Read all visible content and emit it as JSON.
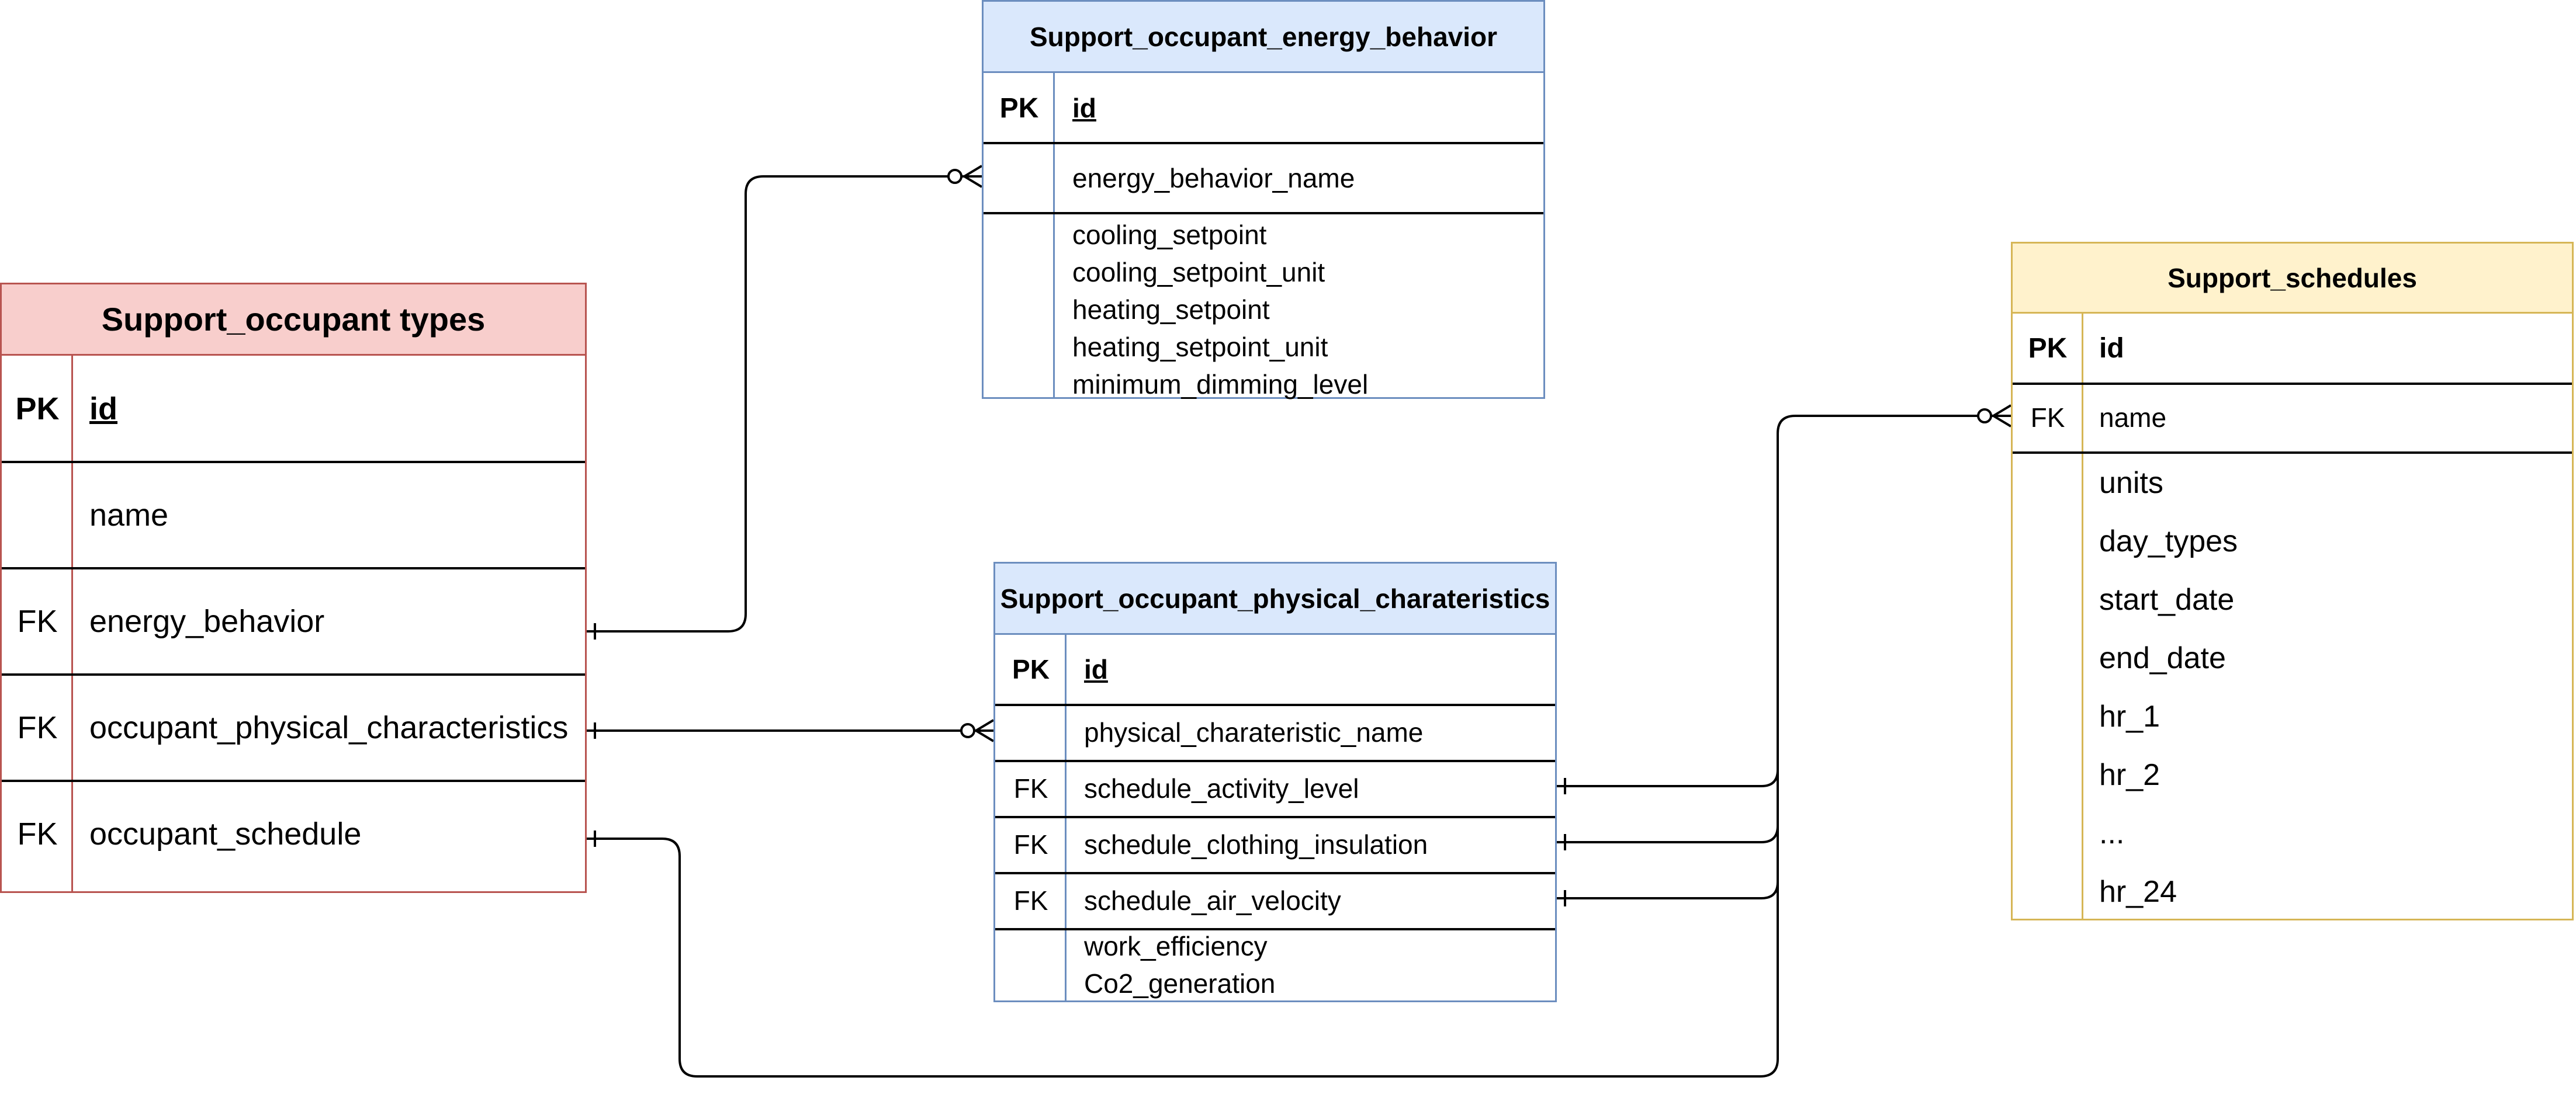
{
  "colors": {
    "occupant_types_fill": "#f8cecc",
    "occupant_types_stroke": "#b85450",
    "blue_fill": "#dae8fc",
    "blue_stroke": "#6c8ebf",
    "schedules_fill": "#fff2cc",
    "schedules_stroke": "#d6b656",
    "connector": "#000000"
  },
  "occupant_types": {
    "title": "Support_occupant types",
    "rows": [
      {
        "key": "PK",
        "field": "id"
      },
      {
        "key": "",
        "field": "name"
      },
      {
        "key": "FK",
        "field": "energy_behavior"
      },
      {
        "key": "FK",
        "field": "occupant_physical_characteristics"
      },
      {
        "key": "FK",
        "field": "occupant_schedule"
      }
    ]
  },
  "energy_behavior": {
    "title": "Support_occupant_energy_behavior",
    "rows": [
      {
        "key": "PK",
        "field": "id"
      },
      {
        "key": "",
        "field": "energy_behavior_name"
      }
    ],
    "fields": [
      "cooling_setpoint",
      "cooling_setpoint_unit",
      "heating_setpoint",
      "heating_setpoint_unit",
      "minimum_dimming_level"
    ]
  },
  "physical_characteristics": {
    "title": "Support_occupant_physical_charateristics",
    "rows": [
      {
        "key": "PK",
        "field": "id"
      },
      {
        "key": "",
        "field": "physical_charateristic_name"
      },
      {
        "key": "FK",
        "field": "schedule_activity_level"
      },
      {
        "key": "FK",
        "field": "schedule_clothing_insulation"
      },
      {
        "key": "FK",
        "field": "schedule_air_velocity"
      }
    ],
    "fields": [
      "work_efficiency",
      "Co2_generation"
    ]
  },
  "schedules": {
    "title": "Support_schedules",
    "rows": [
      {
        "key": "PK",
        "field": "id"
      },
      {
        "key": "FK",
        "field": "name"
      }
    ],
    "fields": [
      "units",
      "day_types",
      "start_date",
      "end_date",
      "hr_1",
      "hr_2",
      "...",
      "hr_24"
    ]
  }
}
